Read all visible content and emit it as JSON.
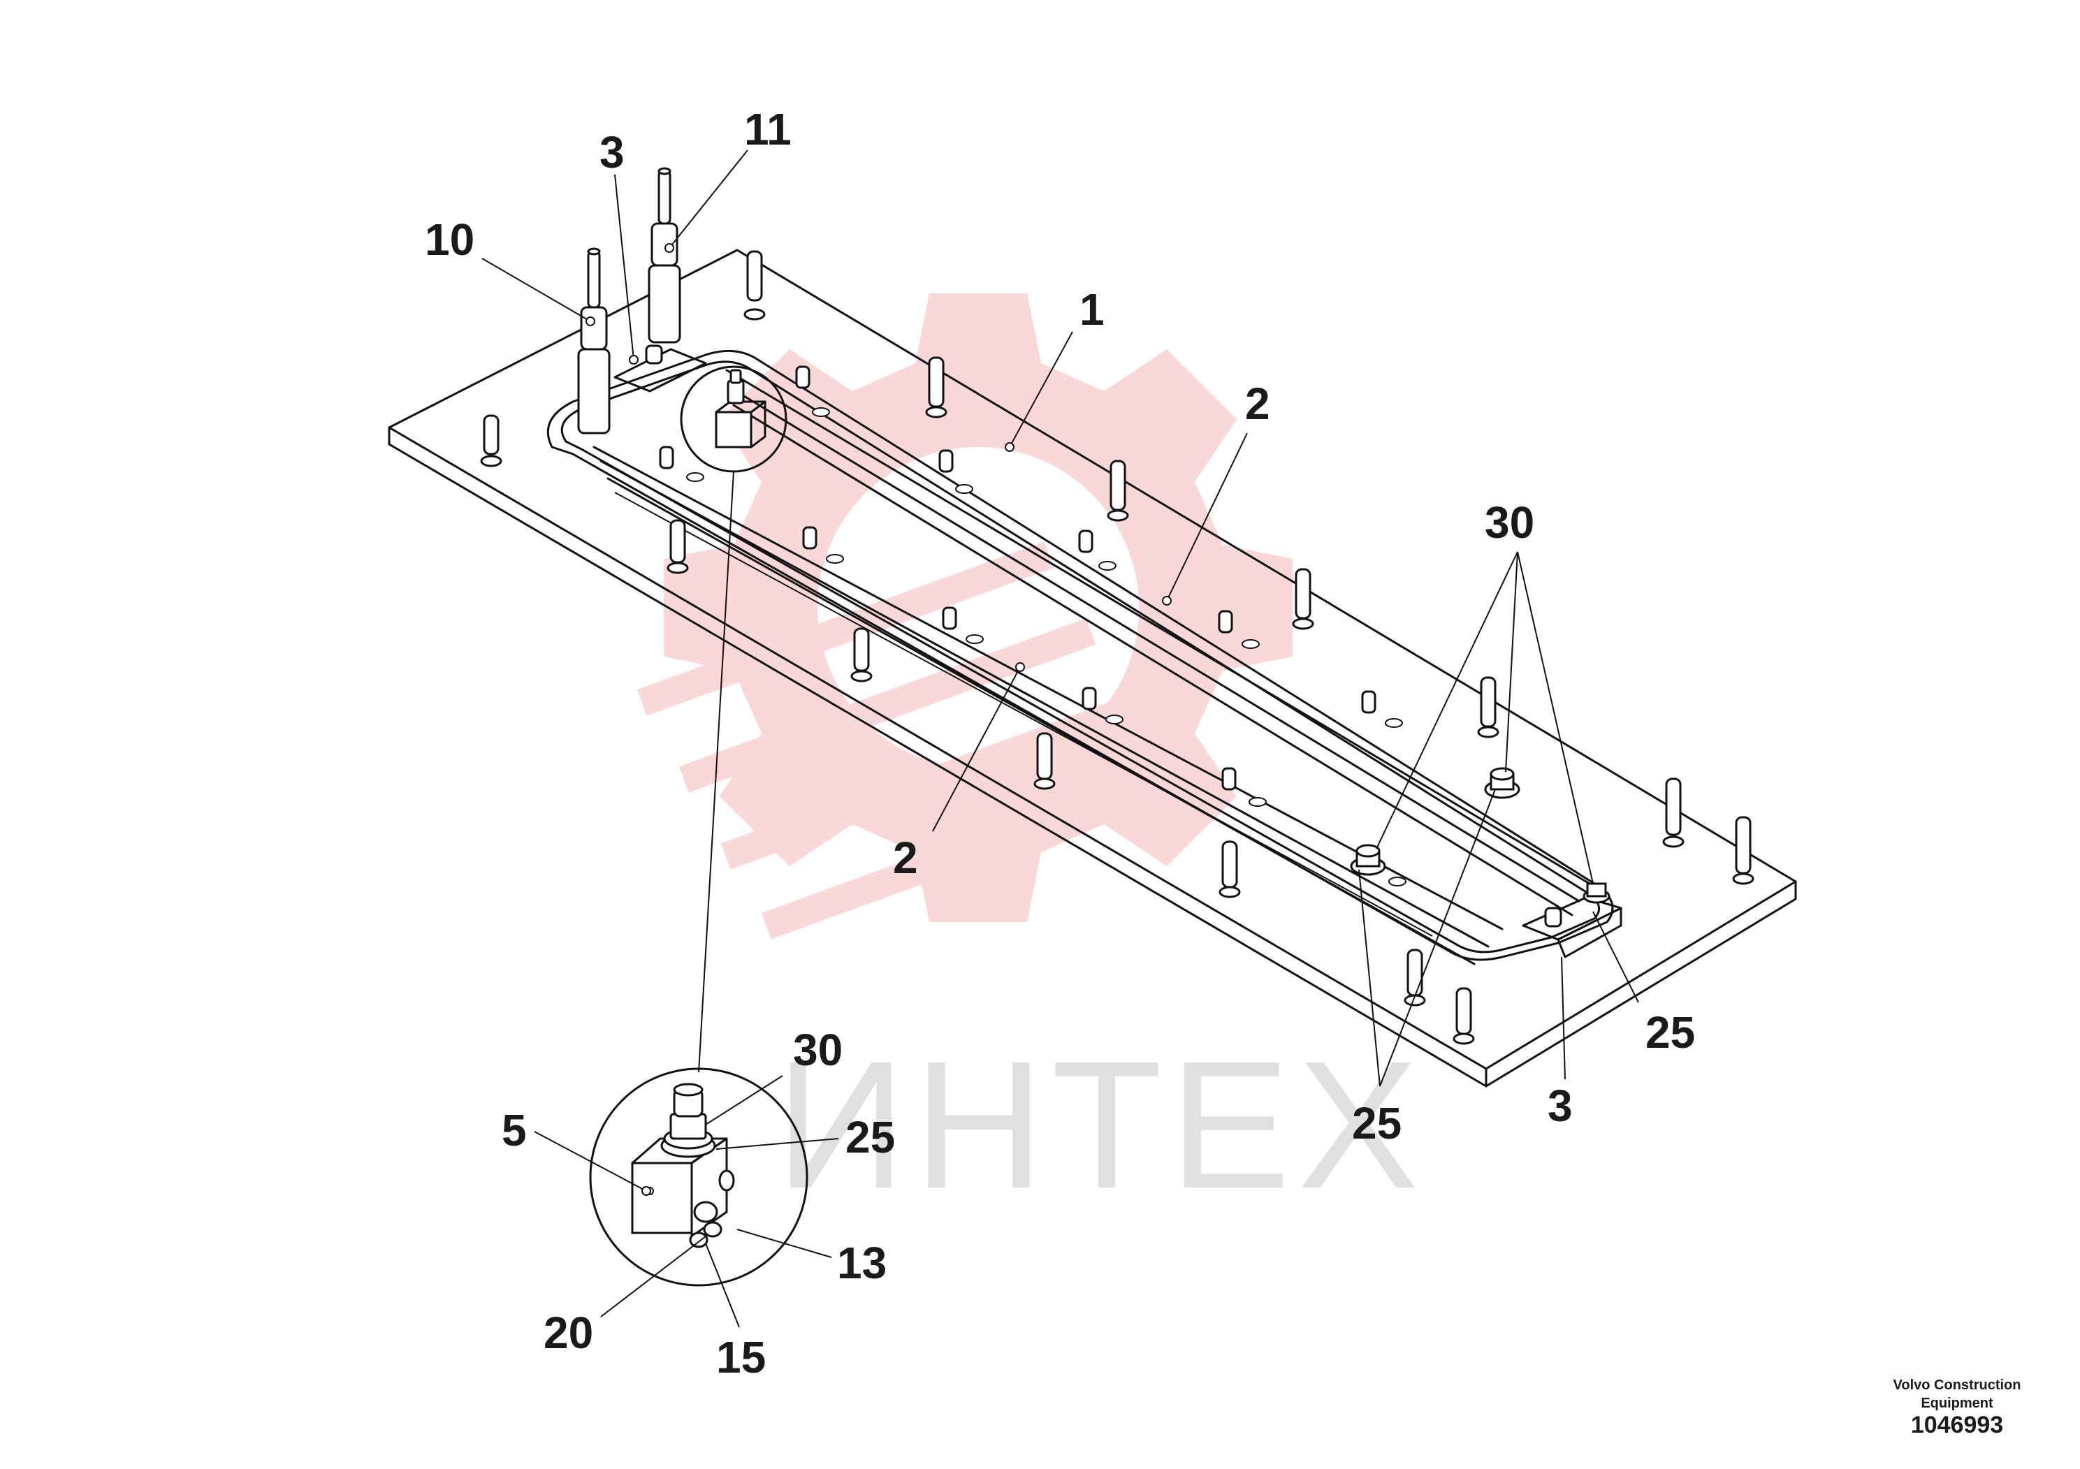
{
  "watermark": {
    "text": "ИНТЕХ",
    "color": "#e0e0e0",
    "gear_color": "#fbd4d4"
  },
  "callouts": {
    "c1": "1",
    "c2a": "2",
    "c2b": "2",
    "c3a": "3",
    "c3b": "3",
    "c5": "5",
    "c10": "10",
    "c11": "11",
    "c13": "13",
    "c15": "15",
    "c20": "20",
    "c25a": "25",
    "c25b": "25",
    "c25c": "25",
    "c30a": "30",
    "c30b": "30"
  },
  "credit": {
    "line1": "Volvo Construction",
    "line2": "Equipment",
    "number": "1046993"
  }
}
